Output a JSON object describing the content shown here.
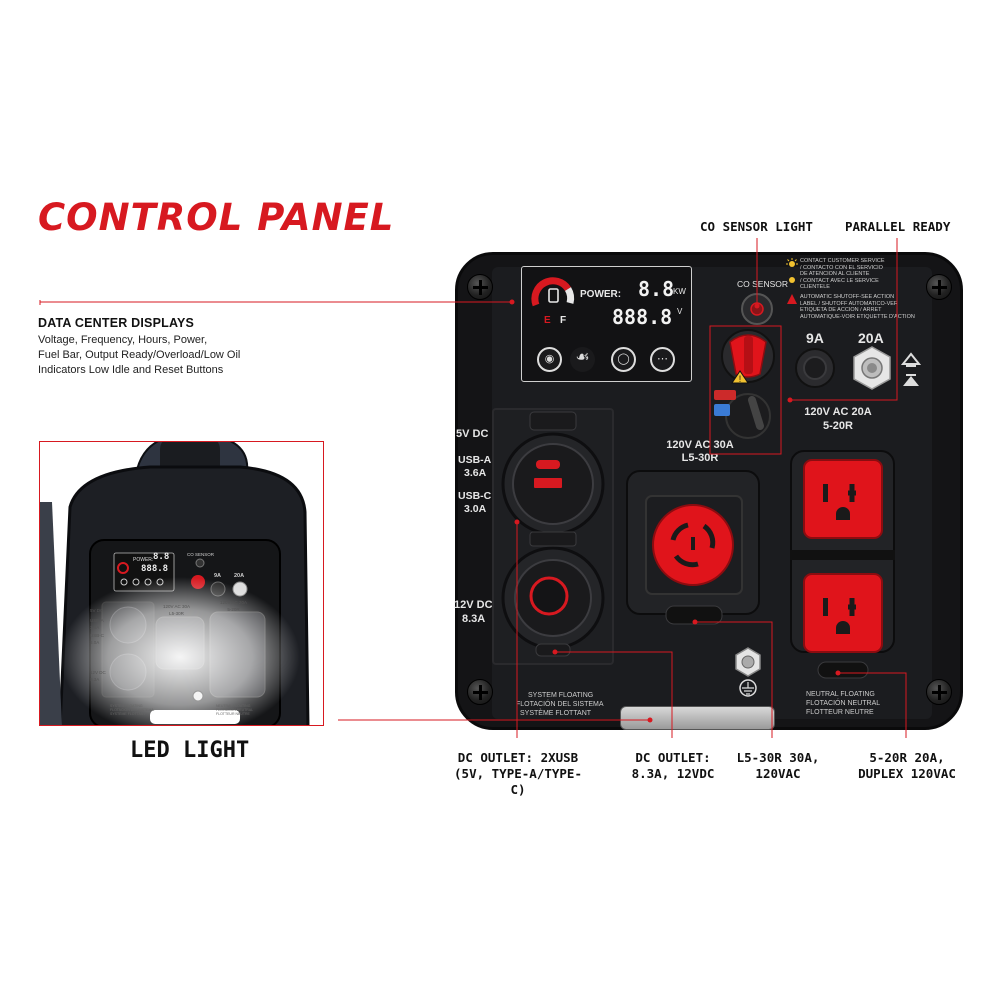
{
  "title": "CONTROL PANEL",
  "callouts": {
    "data_center": {
      "heading": "DATA CENTER DISPLAYS",
      "body_lines": [
        "Voltage, Frequency, Hours, Power,",
        "Fuel Bar, Output Ready/Overload/Low Oil",
        "Indicators Low Idle and Reset Buttons"
      ]
    },
    "co_sensor_light": "CO SENSOR LIGHT",
    "parallel_ready": "PARALLEL READY",
    "led_light": "LED LIGHT",
    "dc_usb": [
      "DC OUTLET: 2XUSB",
      "(5V, TYPE-A/TYPE-C)"
    ],
    "dc_12v": [
      "DC OUTLET:",
      "8.3A, 12VDC"
    ],
    "l5_30r": [
      "L5-30R 30A,",
      "120VAC"
    ],
    "r5_20r": [
      "5-20R 20A,",
      "DUPLEX 120VAC"
    ]
  },
  "panel": {
    "lcd": {
      "power_label": "POWER:",
      "power_value": "8.8",
      "power_unit": "KW",
      "volt_value": "888.8",
      "volt_unit": "V",
      "fuel_e": "E",
      "fuel_f": "F"
    },
    "co_sensor": "CO SENSOR",
    "warning_lines": [
      "CONTACT CUSTOMER SERVICE",
      "/ CONTACTO CON EL SERVICIO",
      "DE ATENCION AL CLIENTE",
      "/ CONTACT AVEC LE SERVICE",
      "CLIENTELE"
    ],
    "shutoff_lines": [
      "AUTOMATIC SHUTOFF-SEE ACTION",
      "LABEL / SHUTOFF AUTOMATICO-VER",
      "ETIQUETA DE ACCION / ARRET",
      "AUTOMATIQUE-VOIR ETIQUETTE D'ACTION"
    ],
    "breaker_9a": "9A",
    "breaker_20a": "20A",
    "label_5vdc": "5V DC",
    "label_usba": [
      "USB-A",
      "3.6A"
    ],
    "label_usbc": [
      "USB-C",
      "3.0A"
    ],
    "label_12vdc": [
      "12V DC",
      "8.3A"
    ],
    "label_30a": [
      "120V AC 30A",
      "L5-30R"
    ],
    "label_20a": [
      "120V AC 20A",
      "5-20R"
    ],
    "system_floating": [
      "SYSTEM FLOATING",
      "FLOTACIÓN DEL SISTEMA",
      "SYSTÈME FLOTTANT"
    ],
    "neutral_floating": [
      "NEUTRAL FLOATING",
      "FLOTACIÓN NEUTRAL",
      "FLOTTEUR NEUTRE"
    ]
  },
  "inset": {
    "power_value": "8.8",
    "volt_value": "888.8",
    "co_sensor": "CO SENSOR",
    "breaker_9a": "9A",
    "breaker_20a": "20A",
    "label_5vdc": "5V DC",
    "label_usba": [
      "USB-A",
      "3.6A"
    ],
    "label_usbc": [
      "USB-C",
      "3.0A"
    ],
    "label_12vdc": [
      "12V DC",
      "8.3A"
    ],
    "label_30a": [
      "120V AC 30A",
      "L5-30R"
    ],
    "label_20a": [
      "120V AC 20A",
      "5-20R"
    ],
    "system_floating": [
      "SYSTEM FLOATING",
      "FLOTACIÓN DEL SISTEMA",
      "SYSTÈME FLOTTANT"
    ],
    "neutral_floating": [
      "NEUTRAL FLOATING",
      "FLOTACIÓN NEUTRAL",
      "FLOTTEUR NEUTRE"
    ]
  },
  "colors": {
    "brand_red": "#d71920",
    "panel_black": "#141416",
    "outlet_red": "#e0141b"
  }
}
